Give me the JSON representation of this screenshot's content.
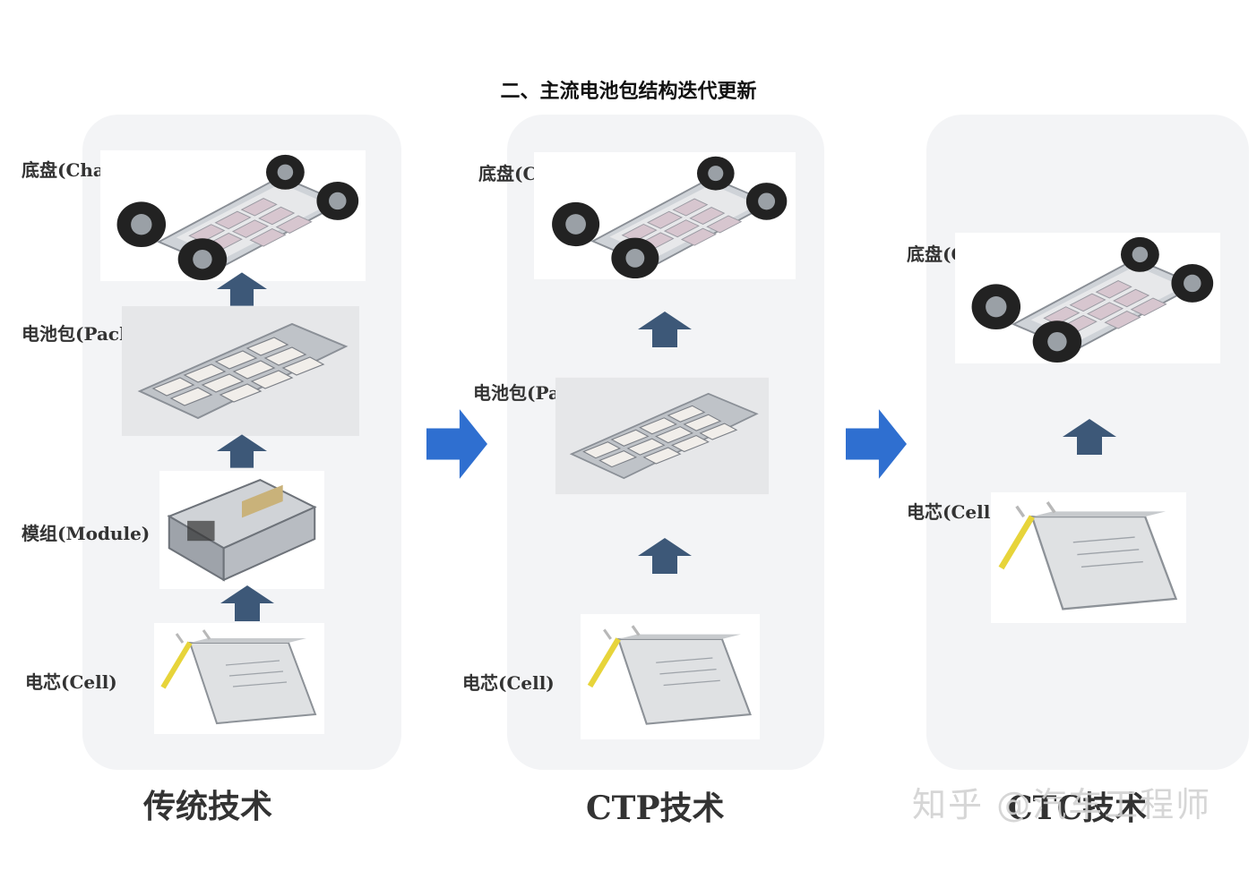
{
  "title": "二、主流电池包结构迭代更新",
  "columns": [
    {
      "name": "传统技术",
      "levels": [
        "底盘(Chassis)",
        "电池包(Pack)",
        "模组(Module)",
        "电芯(Cell)"
      ]
    },
    {
      "name": "CTP技术",
      "levels": [
        "底盘(Chassis)",
        "电池包(Pack)",
        "电芯(Cell)"
      ]
    },
    {
      "name": "CTC技术",
      "levels": [
        "底盘(Chassis)",
        "电芯(Cell)"
      ]
    }
  ],
  "watermark": "知乎 @汽车工程师",
  "colors": {
    "up_arrow": "#3d5878",
    "flow_arrow": "#2f6fd0",
    "panel": "#f3f4f6"
  },
  "icons": [
    "chassis-image",
    "pack-image",
    "module-image",
    "cell-image",
    "up-arrow-icon",
    "right-arrow-icon"
  ]
}
